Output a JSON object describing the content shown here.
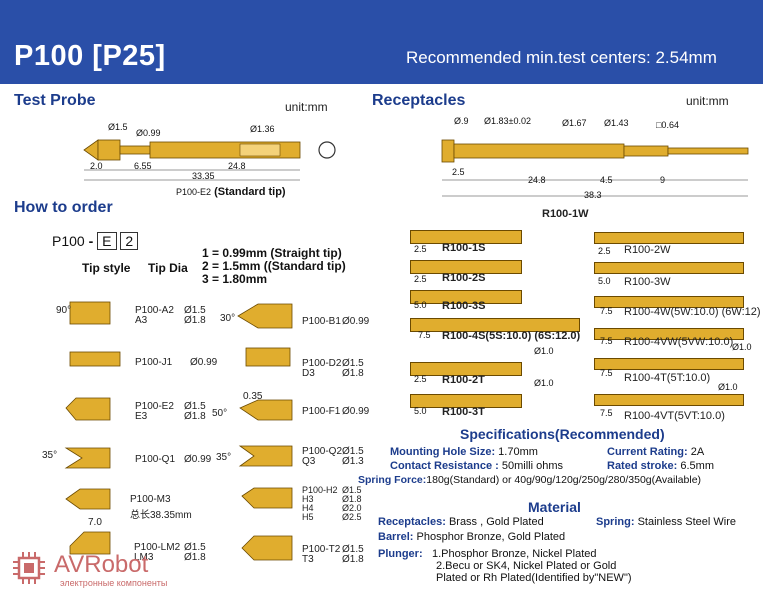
{
  "header": {
    "title": "P100  [P25]",
    "right": "Recommended min.test centers:",
    "right_value": "2.54mm"
  },
  "probe": {
    "title": "Test Probe",
    "unit": "unit:mm",
    "d1": "Ø1.5",
    "d2": "Ø0.99",
    "d3": "Ø1.36",
    "l1": "2.0",
    "l2": "6.55",
    "l3": "24.8",
    "l4": "33.35",
    "caption_code": "P100-E2",
    "caption_text": "(Standard tip)"
  },
  "order": {
    "title": "How to order",
    "prefix": "P100",
    "box1": "E",
    "box2": "2",
    "tip_style": "Tip style",
    "tip_dia": "Tip Dia",
    "opt1": "1 = 0.99mm (Straight tip)",
    "opt2": "2 = 1.5mm ((Standard tip)",
    "opt3": "3 = 1.80mm"
  },
  "tips": [
    {
      "code": "P100-A2\nA3",
      "dia": "Ø1.5\nØ1.8",
      "angle": "90°"
    },
    {
      "code": "P100-J1",
      "dia": "Ø0.99"
    },
    {
      "code": "P100-E2\nE3",
      "dia": "Ø1.5\nØ1.8"
    },
    {
      "code": "P100-Q1",
      "dia": "Ø0.99",
      "angle": "35°"
    },
    {
      "code": "P100-M3",
      "dia": "总长38.35mm",
      "len": "7.0"
    },
    {
      "code": "P100-LM2\nLM3",
      "dia": "Ø1.5\nØ1.8"
    },
    {
      "code": "P100-B1",
      "dia": "Ø0.99",
      "angle": "30°"
    },
    {
      "code": "P100-D2\nD3",
      "dia": "Ø1.5\nØ1.8"
    },
    {
      "code": "P100-F1",
      "dia": "Ø0.99",
      "angle": "50°",
      "extra": "0.35"
    },
    {
      "code": "P100-Q2\nQ3",
      "dia": "Ø1.5\nØ1.3",
      "angle": "35°"
    },
    {
      "code": "P100-H2\nH3\nH4\nH5",
      "dia": "Ø1.5\nØ1.8\nØ2.0\nØ2.5"
    },
    {
      "code": "P100-T2\nT3",
      "dia": "Ø1.5\nØ1.8"
    }
  ],
  "receptacle": {
    "title": "Receptacles",
    "unit": "unit:mm",
    "d1": "Ø.9",
    "d2": "Ø1.83±0.02",
    "d3": "Ø1.67",
    "d4": "Ø1.43",
    "d5": "□0.64",
    "l1": "2.5",
    "l2": "24.8",
    "l3": "4.5",
    "l4": "9",
    "l5": "38.3",
    "caption": "R100-1W"
  },
  "rlist_left": [
    {
      "dim": "2.5",
      "label": "R100-1S"
    },
    {
      "dim": "2.5",
      "label": "R100-2S"
    },
    {
      "dim": "5.0",
      "label": "R100-3S"
    },
    {
      "dim": "7.5",
      "label": "R100-4S(5S:10.0) (6S:12.0)"
    },
    {
      "dim": "2.5",
      "label": "R100-2T",
      "dia": "Ø1.0"
    },
    {
      "dim": "5.0",
      "label": "R100-3T",
      "dia": "Ø1.0"
    }
  ],
  "rlist_right": [
    {
      "dim": "2.5",
      "label": "R100-2W"
    },
    {
      "dim": "5.0",
      "label": "R100-3W"
    },
    {
      "dim": "7.5",
      "label": "R100-4W(5W:10.0) (6W:12)"
    },
    {
      "dim": "7.5",
      "label": "R100-4VW(5VW:10.0)",
      "dia": "Ø1.0"
    },
    {
      "dim": "7.5",
      "label": "R100-4T(5T:10.0)"
    },
    {
      "dim": "7.5",
      "label": "R100-4VT(5VT:10.0)",
      "dia": "Ø1.0"
    }
  ],
  "specs": {
    "title": "Specifications(Recommended)",
    "mhs_k": "Mounting Hole Size:",
    "mhs_v": "1.70mm",
    "cr_k": "Current Rating:",
    "cr_v": "2A",
    "contact_k": "Contact Resistance :",
    "contact_v": "50milli ohms",
    "stroke_k": "Rated stroke:",
    "stroke_v": "6.5mm",
    "force_k": "Spring Force:",
    "force_v": "180g(Standard) or 40g/90g/120g/250g/280/350g(Available)"
  },
  "material": {
    "title": "Material",
    "rec_k": "Receptacles:",
    "rec_v": "Brass , Gold Plated",
    "spring_k": "Spring:",
    "spring_v": "Stainless Steel Wire",
    "barrel_k": "Barrel:",
    "barrel_v": "Phosphor Bronze, Gold Plated",
    "plunger_k": "Plunger:",
    "plunger_1": "1.Phosphor Bronze, Nickel Plated",
    "plunger_2": "2.Becu or SK4, Nickel Plated or Gold",
    "plunger_3": "Plated or Rh Plated(Identified by\"NEW\")"
  },
  "logo": {
    "name": "AVRobot",
    "sub": "электронные компоненты"
  },
  "colors": {
    "header": "#2a4fa8",
    "gold": "#e0ad2e",
    "blue_text": "#1c3c8c",
    "logo": "#c96a6a"
  }
}
